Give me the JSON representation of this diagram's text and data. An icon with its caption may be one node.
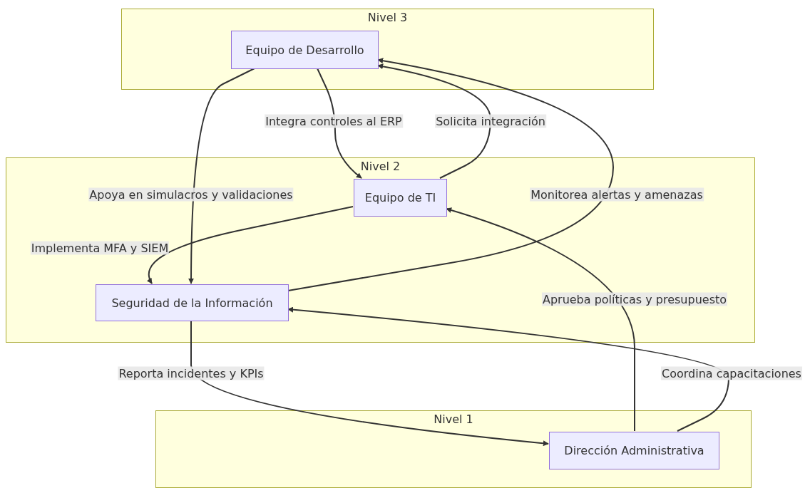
{
  "diagram": {
    "nodes": [
      {
        "text": [
          "Nivel 3"
        ]
      },
      {
        "text": [
          "Equipo de Desarrollo"
        ],
        "in": 0
      },
      {
        "text": [
          "Nivel 2"
        ]
      },
      {
        "text": [
          "Equipo de TI"
        ],
        "in": 2
      },
      {
        "text": [
          "Seguridad de la Información"
        ],
        "in": 2
      },
      {
        "text": [
          "Nivel 1"
        ]
      },
      {
        "text": [
          "Dirección Administrativa"
        ],
        "in": 5
      }
    ],
    "edges": [
      {
        "from": 1,
        "to": 4,
        "arrow": "to",
        "label": "Apoya en simulacros y validaciones"
      },
      {
        "from": 1,
        "to": 3,
        "arrow": "to",
        "label": "Integra controles al ERP"
      },
      {
        "from": 3,
        "to": 1,
        "arrow": "to",
        "label": "Solicita integración"
      },
      {
        "from": 4,
        "to": 1,
        "arrow": "to",
        "label": "Monitorea alertas y amenazas"
      },
      {
        "from": 3,
        "to": 4,
        "arrow": "to",
        "label": "Implementa MFA y SIEM"
      },
      {
        "from": 4,
        "to": 6,
        "arrow": "to",
        "label": "Reporta incidentes y KPIs"
      },
      {
        "from": 6,
        "to": 3,
        "arrow": "to",
        "label": "Aprueba políticas y presupuesto"
      },
      {
        "from": 6,
        "to": 4,
        "arrow": "to",
        "label": "Coordina capacitaciones"
      }
    ]
  }
}
